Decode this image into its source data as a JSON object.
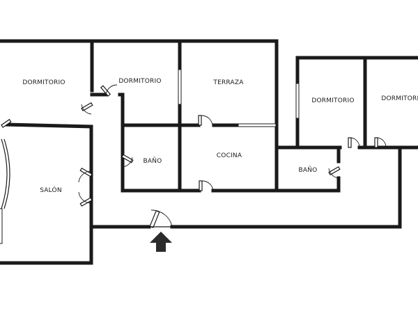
{
  "plan": {
    "rooms": [
      {
        "id": "dormitorio-1",
        "label": "DORMITORIO"
      },
      {
        "id": "dormitorio-2",
        "label": "DORMITORIO"
      },
      {
        "id": "terraza",
        "label": "TERRAZA"
      },
      {
        "id": "dormitorio-3",
        "label": "DORMITORIO"
      },
      {
        "id": "dormitorio-4",
        "label": "DORMITORIO"
      },
      {
        "id": "bano-1",
        "label": "BAÑO"
      },
      {
        "id": "cocina",
        "label": "COCINA"
      },
      {
        "id": "bano-2",
        "label": "BAÑO"
      },
      {
        "id": "salon",
        "label": "SALÓN"
      }
    ],
    "entrance_icon": "entrance-arrow-icon",
    "colors": {
      "wall": "#1a1a1a",
      "background": "#ffffff",
      "arrow": "#2b2b2b"
    }
  }
}
